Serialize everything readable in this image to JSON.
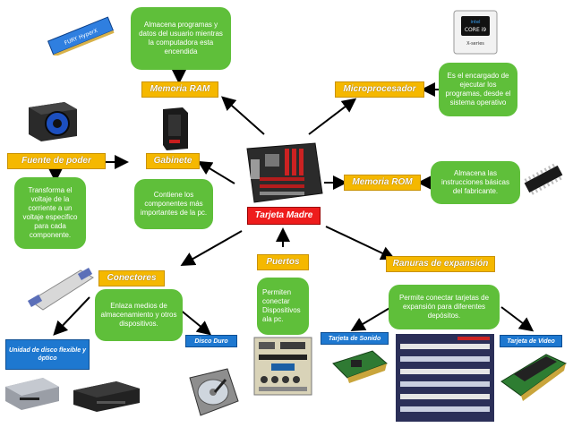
{
  "labels": {
    "motherboard": "Tarjeta Madre",
    "ram": "Memoria RAM",
    "cpu": "Microprocesador",
    "rom": "Memoria ROM",
    "case": "Gabinete",
    "psu": "Fuente de poder",
    "connectors": "Conectores",
    "ports": "Puertos",
    "slots": "Ranuras de expansión"
  },
  "descriptions": {
    "ram": "Almacena programas y datos del usuario mientras la computadora esta encendida",
    "cpu": "Es el encargado de ejecutar los programas, desde el sistema operativo",
    "rom": "Almacena las instrucciones básicas del fabricante.",
    "case": "Contiene los componentes más importantes de la pc.",
    "psu": "Transforma el voltaje de la corriente a un voltaje especifico para cada componente.",
    "connectors": "Enlaza medios de almacenamiento y otros dispositivos.",
    "ports": "Permiten conectar Dispositivos ala pc.",
    "slots": "Permite conectar tarjetas de expansión para diferentes depósitos."
  },
  "sublabels": {
    "floppy": "Unidad de disco flexible y óptico",
    "hdd": "Disco Duro",
    "sound": "Tarjeta de Sonido",
    "video": "Tarjeta de Video"
  },
  "device_text": {
    "ram_stick": "FURY HyperX",
    "cpu_core": "CORE i9",
    "cpu_sub": "X-series",
    "intel": "intel"
  },
  "colors": {
    "orange_label": "#f5b800",
    "green_box": "#5fbf3a",
    "blue_label": "#1e78d0",
    "red_label": "#ee1c1c",
    "arrow": "#000000"
  }
}
